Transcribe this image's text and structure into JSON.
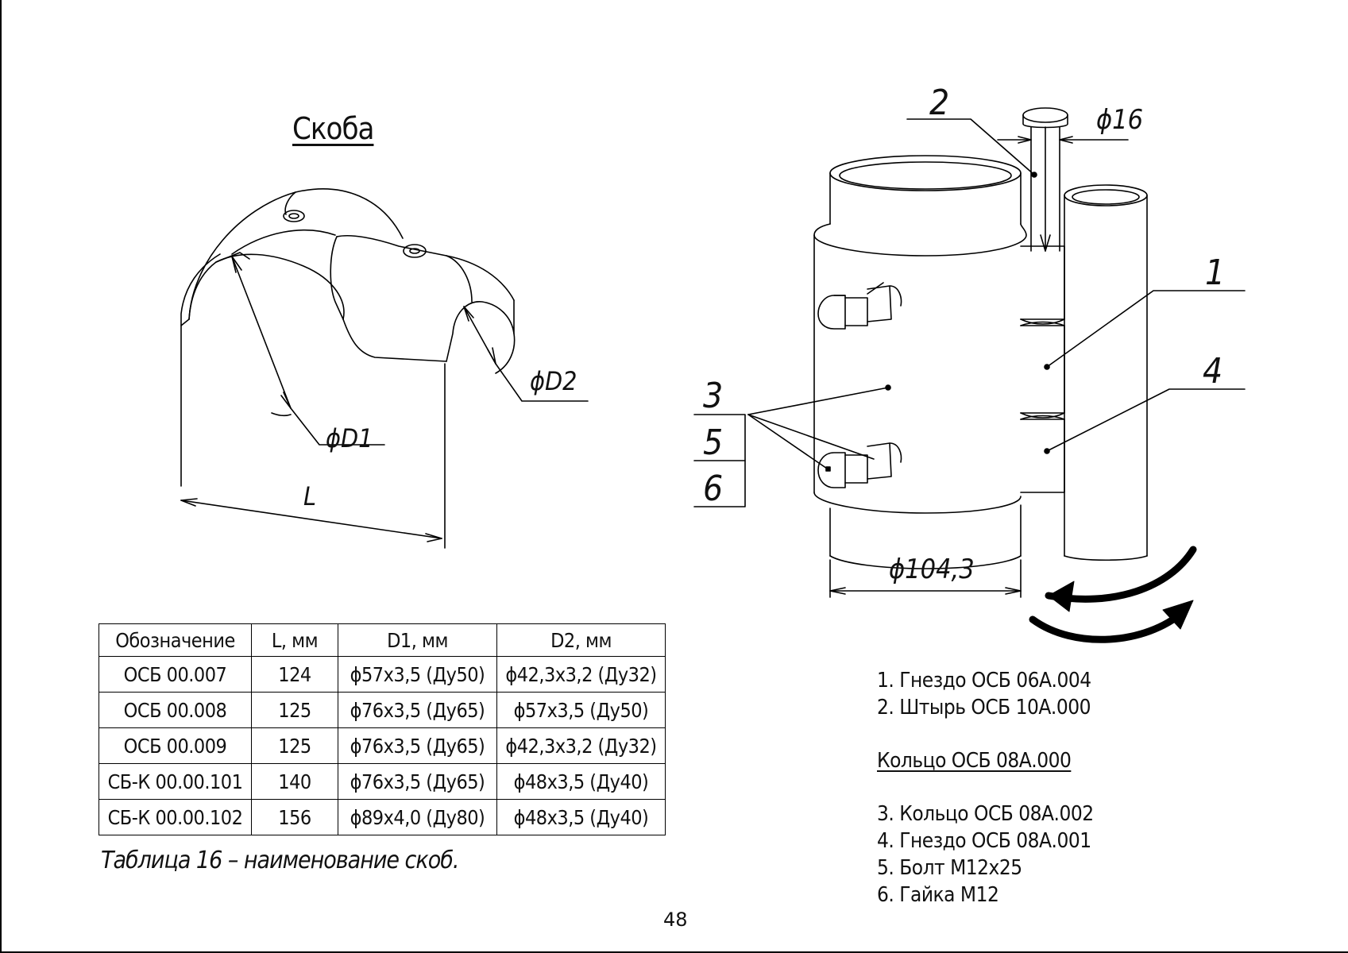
{
  "drawing": {
    "title": "Скоба",
    "labels": {
      "d1": "ϕD1",
      "d2": "ϕD2",
      "l": "L"
    },
    "assembly_labels": {
      "dia_pin": "ϕ16",
      "dia_ring": "ϕ104,3",
      "callout_1": "1",
      "callout_2": "2",
      "callout_3": "3",
      "callout_4": "4",
      "callout_5": "5",
      "callout_6": "6"
    }
  },
  "table": {
    "headers": [
      "Обозначение",
      "L, мм",
      "D1, мм",
      "D2, мм"
    ],
    "rows": [
      [
        "ОСБ 00.007",
        "124",
        "ϕ57x3,5 (Ду50)",
        "ϕ42,3x3,2 (Ду32)"
      ],
      [
        "ОСБ 00.008",
        "125",
        "ϕ76x3,5 (Ду65)",
        "ϕ57x3,5 (Ду50)"
      ],
      [
        "ОСБ 00.009",
        "125",
        "ϕ76x3,5 (Ду65)",
        "ϕ42,3x3,2 (Ду32)"
      ],
      [
        "СБ-К 00.00.101",
        "140",
        "ϕ76x3,5 (Ду65)",
        "ϕ48x3,5 (Ду40)"
      ],
      [
        "СБ-К 00.00.102",
        "156",
        "ϕ89x4,0 (Ду80)",
        "ϕ48x3,5 (Ду40)"
      ]
    ],
    "caption": "Таблица 16 – наименование скоб."
  },
  "parts": {
    "items_a": [
      "1. Гнездо ОСБ 06А.004",
      "2. Штырь ОСБ 10А.000"
    ],
    "heading": "Кольцо ОСБ 08А.000",
    "items_b": [
      "3. Кольцо ОСБ 08А.002",
      "4. Гнездо ОСБ 08А.001",
      "5. Болт М12х25",
      "6. Гайка М12"
    ]
  },
  "page_number": "48"
}
